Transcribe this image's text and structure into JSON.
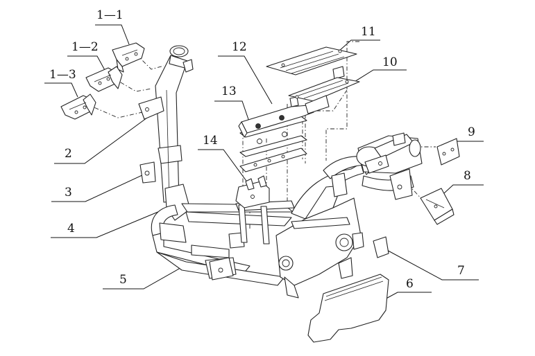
{
  "diagram": {
    "callouts": [
      {
        "id": "1-1",
        "text": "1—1"
      },
      {
        "id": "1-2",
        "text": "1—2"
      },
      {
        "id": "1-3",
        "text": "1—3"
      },
      {
        "id": "2",
        "text": "2"
      },
      {
        "id": "3",
        "text": "3"
      },
      {
        "id": "4",
        "text": "4"
      },
      {
        "id": "5",
        "text": "5"
      },
      {
        "id": "6",
        "text": "6"
      },
      {
        "id": "7",
        "text": "7"
      },
      {
        "id": "8",
        "text": "8"
      },
      {
        "id": "9",
        "text": "9"
      },
      {
        "id": "10",
        "text": "10"
      },
      {
        "id": "11",
        "text": "11"
      },
      {
        "id": "12",
        "text": "12"
      },
      {
        "id": "13",
        "text": "13"
      },
      {
        "id": "14",
        "text": "14"
      }
    ]
  }
}
